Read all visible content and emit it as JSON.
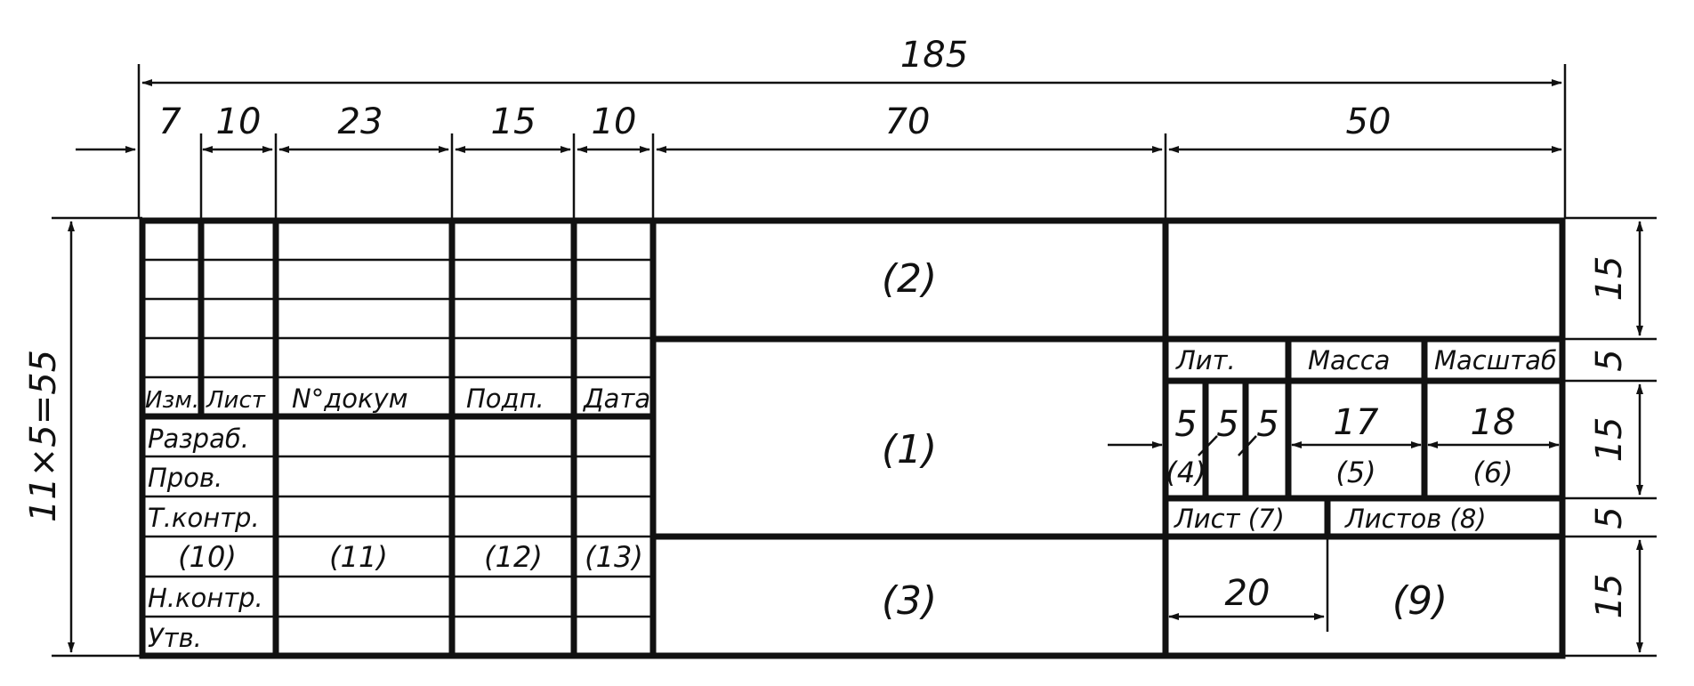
{
  "dimensions": {
    "total": "185",
    "widths": [
      "7",
      "10",
      "23",
      "15",
      "10",
      "70",
      "50"
    ],
    "heights_right": [
      "15",
      "5",
      "15",
      "5",
      "15"
    ],
    "left_height": "11×5=55",
    "sub_widths": [
      "5",
      "5",
      "5",
      "17",
      "18"
    ],
    "field9_width": "20"
  },
  "table_headers": {
    "izm": "Изм.",
    "list": "Лист",
    "dokum": "N°докум",
    "podp": "Подп.",
    "data": "Дата"
  },
  "rows": {
    "razrab": "Разраб.",
    "prov": "Пров.",
    "tkontr": "Т.контр.",
    "nkontr": "Н.контр.",
    "utv": "Утв."
  },
  "fields": {
    "f1": "(1)",
    "f2": "(2)",
    "f3": "(3)",
    "f4": "(4)",
    "f5": "(5)",
    "f6": "(6)",
    "f9": "(9)",
    "f10": "(10)",
    "f11": "(11)",
    "f12": "(12)",
    "f13": "(13)"
  },
  "right_block": {
    "lit": "Лит.",
    "massa": "Масса",
    "masshtab": "Масштаб",
    "list7": "Лист (7)",
    "listov8": "Листов  (8)"
  }
}
